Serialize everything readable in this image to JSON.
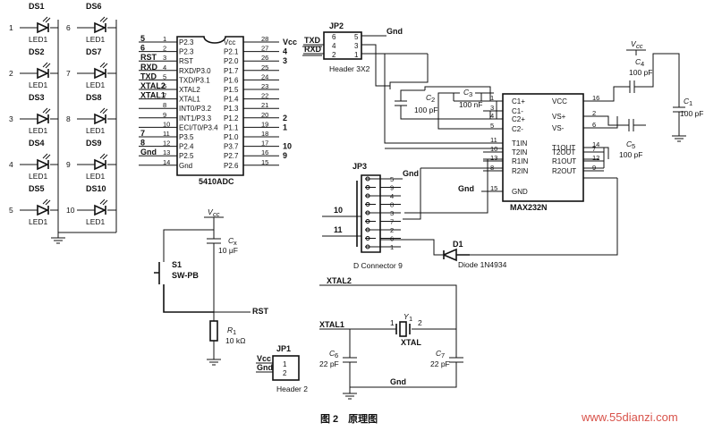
{
  "leds_left": [
    {
      "ref": "DS1",
      "label": "LED1",
      "num": "1"
    },
    {
      "ref": "DS2",
      "label": "LED1",
      "num": "2"
    },
    {
      "ref": "DS3",
      "label": "LED1",
      "num": "3"
    },
    {
      "ref": "DS4",
      "label": "LED1",
      "num": "4"
    },
    {
      "ref": "DS5",
      "label": "LED1",
      "num": "5"
    }
  ],
  "leds_right": [
    {
      "ref": "DS6",
      "label": "LED1",
      "num": "6"
    },
    {
      "ref": "DS7",
      "label": "LED1",
      "num": "7"
    },
    {
      "ref": "DS8",
      "label": "LED1",
      "num": "8"
    },
    {
      "ref": "DS9",
      "label": "LED1",
      "num": "9"
    },
    {
      "ref": "DS10",
      "label": "LED1",
      "num": "10"
    }
  ],
  "mcu": {
    "name": "5410ADC",
    "left_pins": [
      {
        "num": "1",
        "name": "P2.3"
      },
      {
        "num": "2",
        "name": "P2.3"
      },
      {
        "num": "3",
        "name": "RST"
      },
      {
        "num": "4",
        "name": "RXD/P3.0"
      },
      {
        "num": "5",
        "name": "TXD/P3.1"
      },
      {
        "num": "6",
        "name": "XTAL2"
      },
      {
        "num": "7",
        "name": "XTAL1"
      },
      {
        "num": "8",
        "name": "INT0/P3.2"
      },
      {
        "num": "9",
        "name": "INT1/P3.3"
      },
      {
        "num": "10",
        "name": "ECI/T0/P3.4"
      },
      {
        "num": "11",
        "name": "P3.5"
      },
      {
        "num": "12",
        "name": "P2.4"
      },
      {
        "num": "13",
        "name": "P2.5"
      },
      {
        "num": "14",
        "name": "Gnd"
      }
    ],
    "right_pins": [
      {
        "num": "28",
        "name": "Vcc"
      },
      {
        "num": "27",
        "name": "P2.1"
      },
      {
        "num": "26",
        "name": "P2.0"
      },
      {
        "num": "25",
        "name": "P1.7"
      },
      {
        "num": "24",
        "name": "P1.6"
      },
      {
        "num": "23",
        "name": "P1.5"
      },
      {
        "num": "22",
        "name": "P1.4"
      },
      {
        "num": "21",
        "name": "P1.3"
      },
      {
        "num": "20",
        "name": "P1.2"
      },
      {
        "num": "19",
        "name": "P1.1"
      },
      {
        "num": "18",
        "name": "P1.0"
      },
      {
        "num": "17",
        "name": "P3.7"
      },
      {
        "num": "16",
        "name": "P2.7"
      },
      {
        "num": "15",
        "name": "P2.6"
      }
    ],
    "left_nets": [
      "5",
      "6",
      "RST",
      "RXD",
      "TXD",
      "XTAL2",
      "XTAL1",
      "",
      "",
      "",
      "7",
      "8",
      "Gnd",
      ""
    ],
    "right_nets": [
      "Vcc",
      "4",
      "3",
      "",
      "",
      "",
      "",
      "",
      "2",
      "1",
      "",
      "10",
      "9",
      ""
    ]
  },
  "jp2": {
    "ref": "JP2",
    "label": "Header 3X2",
    "pins_left": [
      "6",
      "4",
      "2"
    ],
    "pins_right": [
      "5",
      "3",
      "1"
    ],
    "nets_left": [
      "TXD",
      "RXD"
    ],
    "net_right": "Gnd"
  },
  "max232": {
    "name": "MAX232N",
    "left_pins": [
      {
        "num": "1",
        "name": "C1+"
      },
      {
        "num": "3",
        "name": "C1-"
      },
      {
        "num": "4",
        "name": "C2+"
      },
      {
        "num": "5",
        "name": "C2-"
      },
      {
        "num": "11",
        "name": "T1IN"
      },
      {
        "num": "10",
        "name": "T2IN"
      },
      {
        "num": "13",
        "name": "R1IN"
      },
      {
        "num": "8",
        "name": "R2IN"
      },
      {
        "num": "15",
        "name": "GND"
      }
    ],
    "right_pins": [
      {
        "num": "16",
        "name": "VCC"
      },
      {
        "num": "2",
        "name": "VS+"
      },
      {
        "num": "6",
        "name": "VS-"
      },
      {
        "num": "14",
        "name": "T1OUT"
      },
      {
        "num": "7",
        "name": "T2OUT"
      },
      {
        "num": "12",
        "name": "R1OUT"
      },
      {
        "num": "9",
        "name": "R2OUT"
      }
    ],
    "gnd_net": "Gnd"
  },
  "caps": {
    "c1": {
      "ref": "C",
      "sub": "1",
      "value": "100 pF"
    },
    "c2": {
      "ref": "C",
      "sub": "2",
      "value": "100 pF"
    },
    "c3": {
      "ref": "C",
      "sub": "3",
      "value": "100 nF"
    },
    "c4": {
      "ref": "C",
      "sub": "4",
      "value": "100 pF"
    },
    "c5": {
      "ref": "C",
      "sub": "5",
      "value": "100 pF"
    },
    "c_rst": {
      "ref": "C",
      "sub": "x",
      "value": "10 μF"
    },
    "c6": {
      "ref": "C",
      "sub": "6",
      "value": "22 pF"
    },
    "c7": {
      "ref": "C",
      "sub": "7",
      "value": "22 pF"
    }
  },
  "vcc_label": "V",
  "vcc_sub": "cc",
  "jp3": {
    "ref": "JP3",
    "label": "D Connector 9",
    "pins": [
      "5",
      "9",
      "4",
      "8",
      "3",
      "7",
      "2",
      "6",
      "1"
    ],
    "nets": {
      "gnd1": "Gnd",
      "gnd2": "Gnd",
      "n10": "10",
      "n11": "11"
    }
  },
  "diode": {
    "ref": "D1",
    "label": "Diode 1N4934"
  },
  "reset": {
    "switch_ref": "S1",
    "switch_label": "SW-PB",
    "rst_net": "RST",
    "r_ref": "R",
    "r_sub": "1",
    "r_value": "10 kΩ"
  },
  "jp1": {
    "ref": "JP1",
    "label": "Header 2",
    "pins": [
      "1",
      "2"
    ],
    "nets": [
      "Vcc",
      "Gnd"
    ]
  },
  "crystal": {
    "xtal2_net": "XTAL2",
    "xtal1_net": "XTAL1",
    "ref": "Y",
    "sub": "1",
    "label": "XTAL",
    "pin1": "1",
    "pin2": "2",
    "gnd_net": "Gnd"
  },
  "caption": "图 2　原理图",
  "watermark": "www.55dianzi.com"
}
